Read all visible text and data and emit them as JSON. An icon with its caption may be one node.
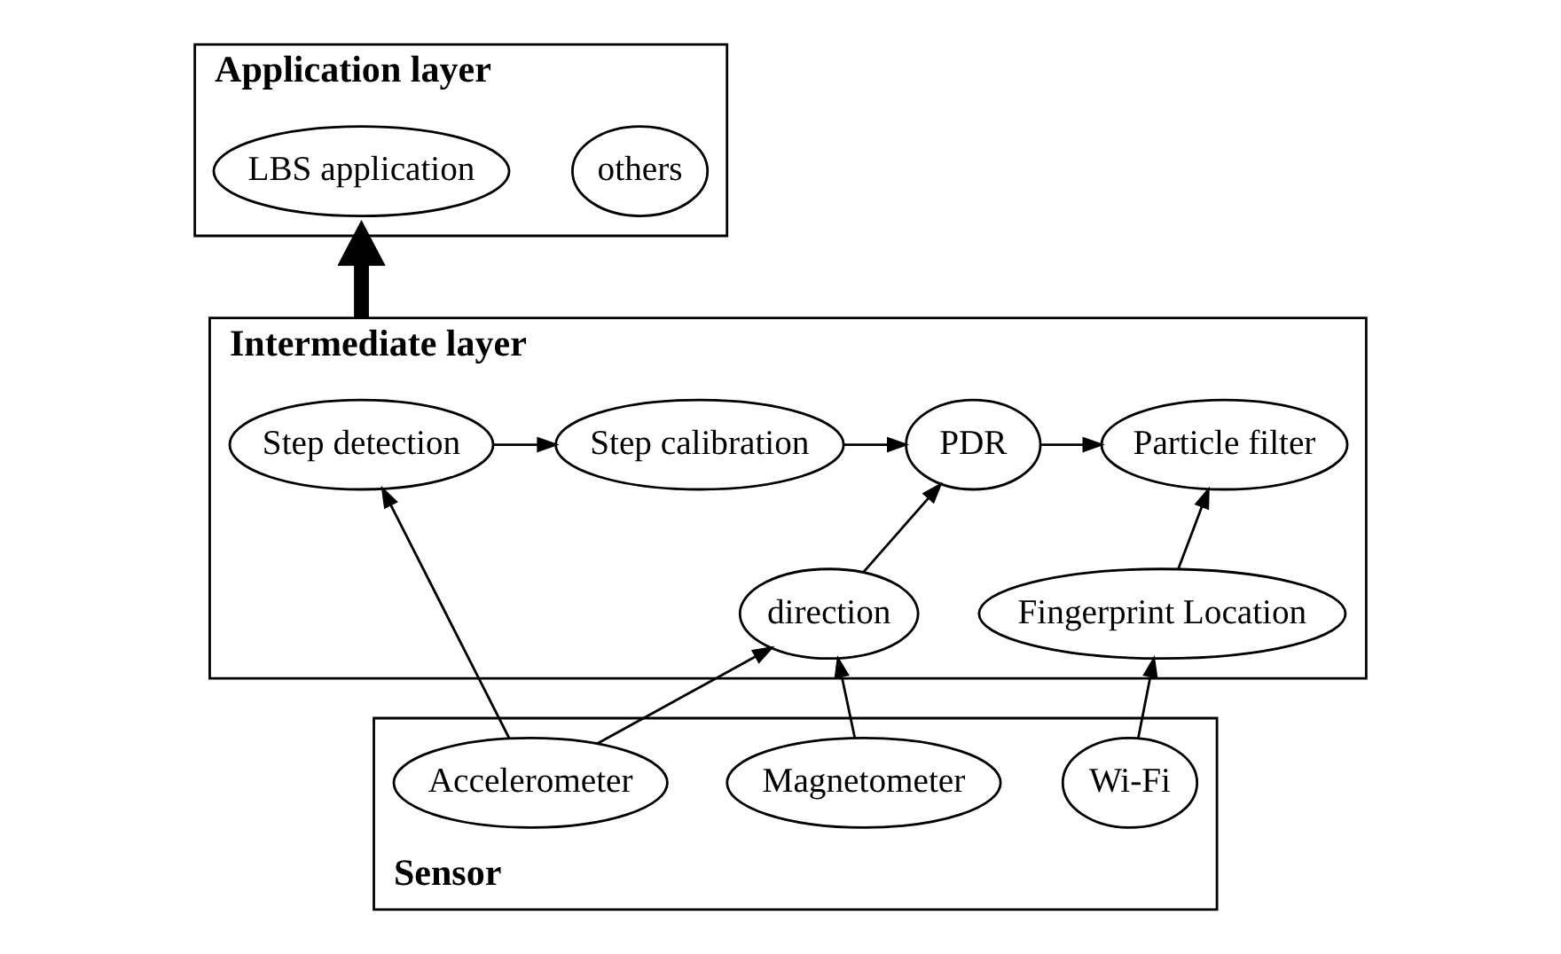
{
  "diagram": {
    "nodes": [
      {
        "text": [
          "Application layer"
        ]
      },
      {
        "text": [
          "LBS application"
        ],
        "in": 0
      },
      {
        "text": [
          "others"
        ],
        "in": 0
      },
      {
        "text": [
          "Intermediate layer"
        ]
      },
      {
        "text": [
          "Step detection"
        ],
        "in": 3
      },
      {
        "text": [
          "Step calibration"
        ],
        "in": 3
      },
      {
        "text": [
          "PDR"
        ],
        "in": 3
      },
      {
        "text": [
          "Particle filter"
        ],
        "in": 3
      },
      {
        "text": [
          "direction"
        ],
        "in": 3
      },
      {
        "text": [
          "Fingerprint Location"
        ],
        "in": 3
      },
      {
        "text": [
          "Sensor"
        ]
      },
      {
        "text": [
          "Accelerometer"
        ],
        "in": 10
      },
      {
        "text": [
          "Magnetometer"
        ],
        "in": 10
      },
      {
        "text": [
          "Wi-Fi"
        ],
        "in": 10
      }
    ],
    "edges": [
      {
        "from": 3,
        "to": 0,
        "arrow": "to",
        "style": "thick"
      },
      {
        "from": 4,
        "to": 5,
        "arrow": "to"
      },
      {
        "from": 5,
        "to": 6,
        "arrow": "to"
      },
      {
        "from": 6,
        "to": 7,
        "arrow": "to"
      },
      {
        "from": 11,
        "to": 4,
        "arrow": "to"
      },
      {
        "from": 11,
        "to": 8,
        "arrow": "to"
      },
      {
        "from": 8,
        "to": 6,
        "arrow": "to"
      },
      {
        "from": 12,
        "to": 8,
        "arrow": "to"
      },
      {
        "from": 9,
        "to": 7,
        "arrow": "to"
      },
      {
        "from": 13,
        "to": 9,
        "arrow": "to"
      }
    ]
  }
}
